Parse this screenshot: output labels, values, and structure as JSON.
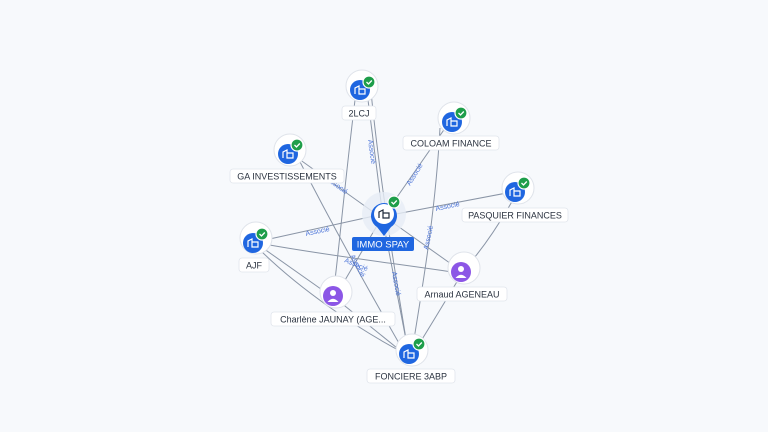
{
  "graph": {
    "central": {
      "label": "IMMO SPAY",
      "icon": "building-icon",
      "color": "#1f66e0"
    },
    "nodes": [
      {
        "id": "2lcj",
        "label": "2LCJ",
        "kind": "company",
        "icon": "building-icon",
        "verified": true
      },
      {
        "id": "coloam",
        "label": "COLOAM FINANCE",
        "kind": "company",
        "icon": "building-icon",
        "verified": true
      },
      {
        "id": "ga",
        "label": "GA INVESTISSEMENTS",
        "kind": "company",
        "icon": "building-icon",
        "verified": true
      },
      {
        "id": "pasquier",
        "label": "PASQUIER FINANCES",
        "kind": "company",
        "icon": "building-icon",
        "verified": true
      },
      {
        "id": "ajf",
        "label": "AJF",
        "kind": "company",
        "icon": "building-icon",
        "verified": true
      },
      {
        "id": "arnaud",
        "label": "Arnaud AGENEAU",
        "kind": "person",
        "icon": "person-icon",
        "verified": false
      },
      {
        "id": "charlene",
        "label": "Charlène JAUNAY (AGE...",
        "kind": "person",
        "icon": "person-icon",
        "verified": false
      },
      {
        "id": "fonciere",
        "label": "FONCIERE 3ABP",
        "kind": "company",
        "icon": "building-icon",
        "verified": true
      }
    ],
    "edge_label": "Associé",
    "colors": {
      "company": "#1f66e0",
      "person": "#8c56e6",
      "verified": "#1e9e4a",
      "edge": "#8a95a6",
      "edge_label": "#4a73d8"
    }
  }
}
